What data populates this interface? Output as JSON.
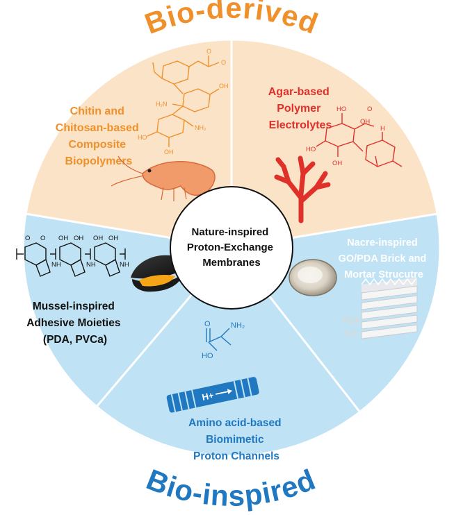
{
  "top_title": "Bio-derived",
  "bottom_title": "Bio-inspired",
  "center": {
    "lines": [
      "Nature-inspired",
      "Proton-Exchange",
      "Membranes"
    ]
  },
  "segments": {
    "chitin": {
      "lines": [
        "Chitin and",
        "Chitosan-based",
        "Composite",
        "Biopolymers"
      ]
    },
    "agar": {
      "lines": [
        "Agar-based",
        "Polymer",
        "Electrolytes"
      ]
    },
    "mussel": {
      "lines": [
        "Mussel-inspired",
        "Adhesive Moieties",
        "(PDA, PVCa)"
      ]
    },
    "amino": {
      "lines": [
        "Amino acid-based",
        "Biomimetic",
        "Proton Channels"
      ]
    },
    "nacre": {
      "lines": [
        "Nacre-inspired",
        "GO/PDA Brick and",
        "Mortar Strucutre"
      ]
    }
  },
  "stack_labels": {
    "top": "PDA",
    "bottom": "GO"
  },
  "channel_label": "H+",
  "chem": {
    "ho": "HO",
    "oh": "OH",
    "o": "O",
    "h": "H",
    "nh": "NH",
    "nh2": "NH₂",
    "h2n": "H₂N"
  },
  "colors": {
    "orange": "#f0902a",
    "peach": "#fbe3c8",
    "light_blue": "#bfe2f4",
    "blue_text": "#1f78c0",
    "red": "#e0302a"
  }
}
